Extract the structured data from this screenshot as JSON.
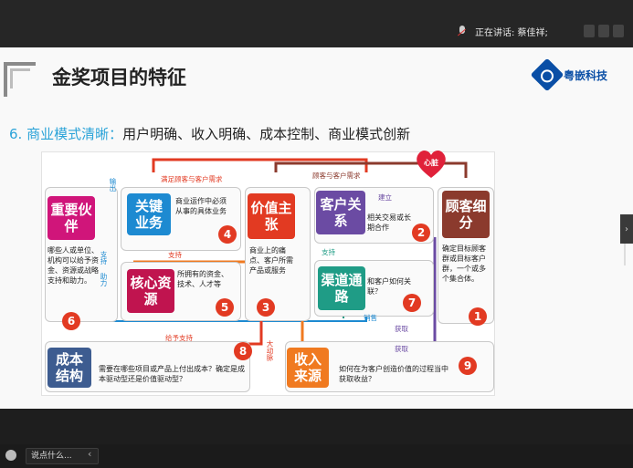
{
  "topbar": {
    "speaking_label": "正在讲话: 蔡佳祥;"
  },
  "slide": {
    "title": "金奖项目的特征",
    "logo_text": "粤嵌科技",
    "subtitle_lead": "6. 商业模式清晰：",
    "subtitle_rest": "用户明确、收入明确、成本控制、商业模式创新"
  },
  "canvas": {
    "blocks": {
      "partners": "重要伙伴",
      "key_activities": "关键业务",
      "value": "价值主张",
      "relations": "客户关系",
      "segments": "顾客细分",
      "key_resources": "核心资源",
      "channels": "渠道通路",
      "cost": "成本结构",
      "revenue": "收入来源"
    },
    "descs": {
      "partners": "哪些人或单位、机构可以给予资金、资源或战略支持和助力。",
      "key_activities": "商业运作中必须从事的具体业务",
      "value": "商业上的痛点、客户所需产品或服务",
      "relations": "相关交易或长期合作",
      "segments": "确定目标顾客群或目标客户群，一个或多个集合体。",
      "key_resources": "所拥有的资金、技术、人才等",
      "channels": "和客户如何关联？",
      "cost": "需要在哪些项目或产品上付出成本？确定是成本驱动型还是价值驱动型？",
      "revenue": "如何在为客户创造价值的过程当中获取收益？"
    },
    "numbers": [
      "1",
      "2",
      "3",
      "4",
      "5",
      "6",
      "7",
      "8",
      "9"
    ],
    "labels": {
      "top_red": "满足顾客与客户需求",
      "top_brown": "顾客与客户需求",
      "heart": "心脏",
      "build": "建立",
      "support": "支持",
      "support2": "支持",
      "output": "输出",
      "support_side": "支持",
      "help": "助力",
      "give_support": "给予支持",
      "big_artery": "大动脉",
      "sales": "销售",
      "obtain": "获取",
      "obtain2": "获取"
    }
  },
  "bottombar": {
    "chat_placeholder": "说点什么..."
  },
  "colors": {
    "magenta": "#d0157a",
    "blue": "#1d8ad1",
    "red": "#e23a22",
    "purple": "#6b4ba3",
    "brown": "#8b3a2d",
    "teal": "#1f9c86",
    "navy": "#3d5c90",
    "orange": "#f07a20"
  }
}
